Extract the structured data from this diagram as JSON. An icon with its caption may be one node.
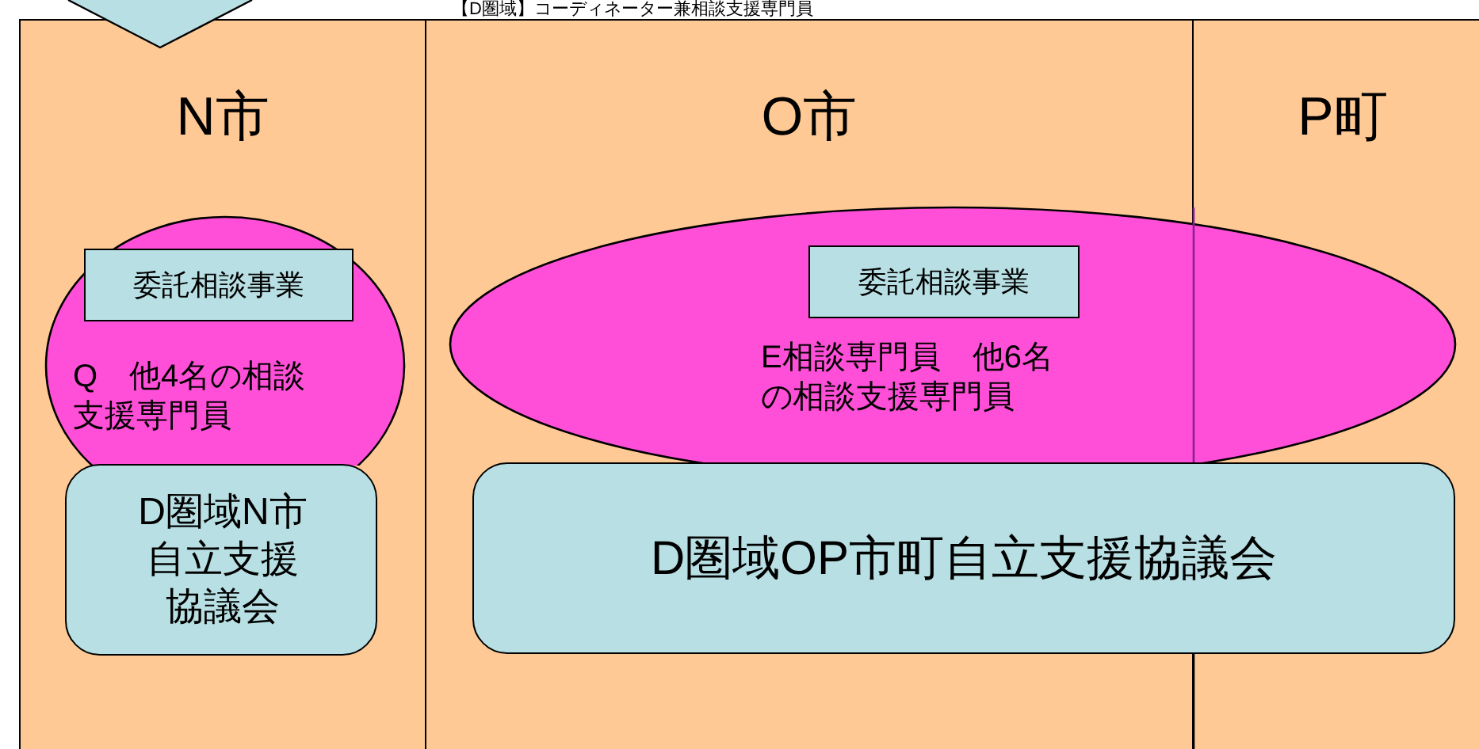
{
  "diagram": {
    "title": "【D圏域】コーディネーター兼相談支援専門員",
    "nodes": [
      {
        "text": [
          "N市"
        ]
      },
      {
        "text": [
          "O市"
        ]
      },
      {
        "text": [
          "P町"
        ]
      },
      {
        "text": [
          "Q　他4名の相談支援専門員"
        ],
        "in": 0
      },
      {
        "text": [
          "委託相談事業"
        ],
        "in": 3
      },
      {
        "text": [
          "D圏域N市自立支援協議会"
        ],
        "in": 0
      },
      {
        "text": [
          "E相談専門員　他6名の相談支援専門員"
        ]
      },
      {
        "text": [
          "委託相談事業"
        ]
      },
      {
        "text": [
          "D圏域OP市町自立支援協議会"
        ]
      }
    ]
  }
}
